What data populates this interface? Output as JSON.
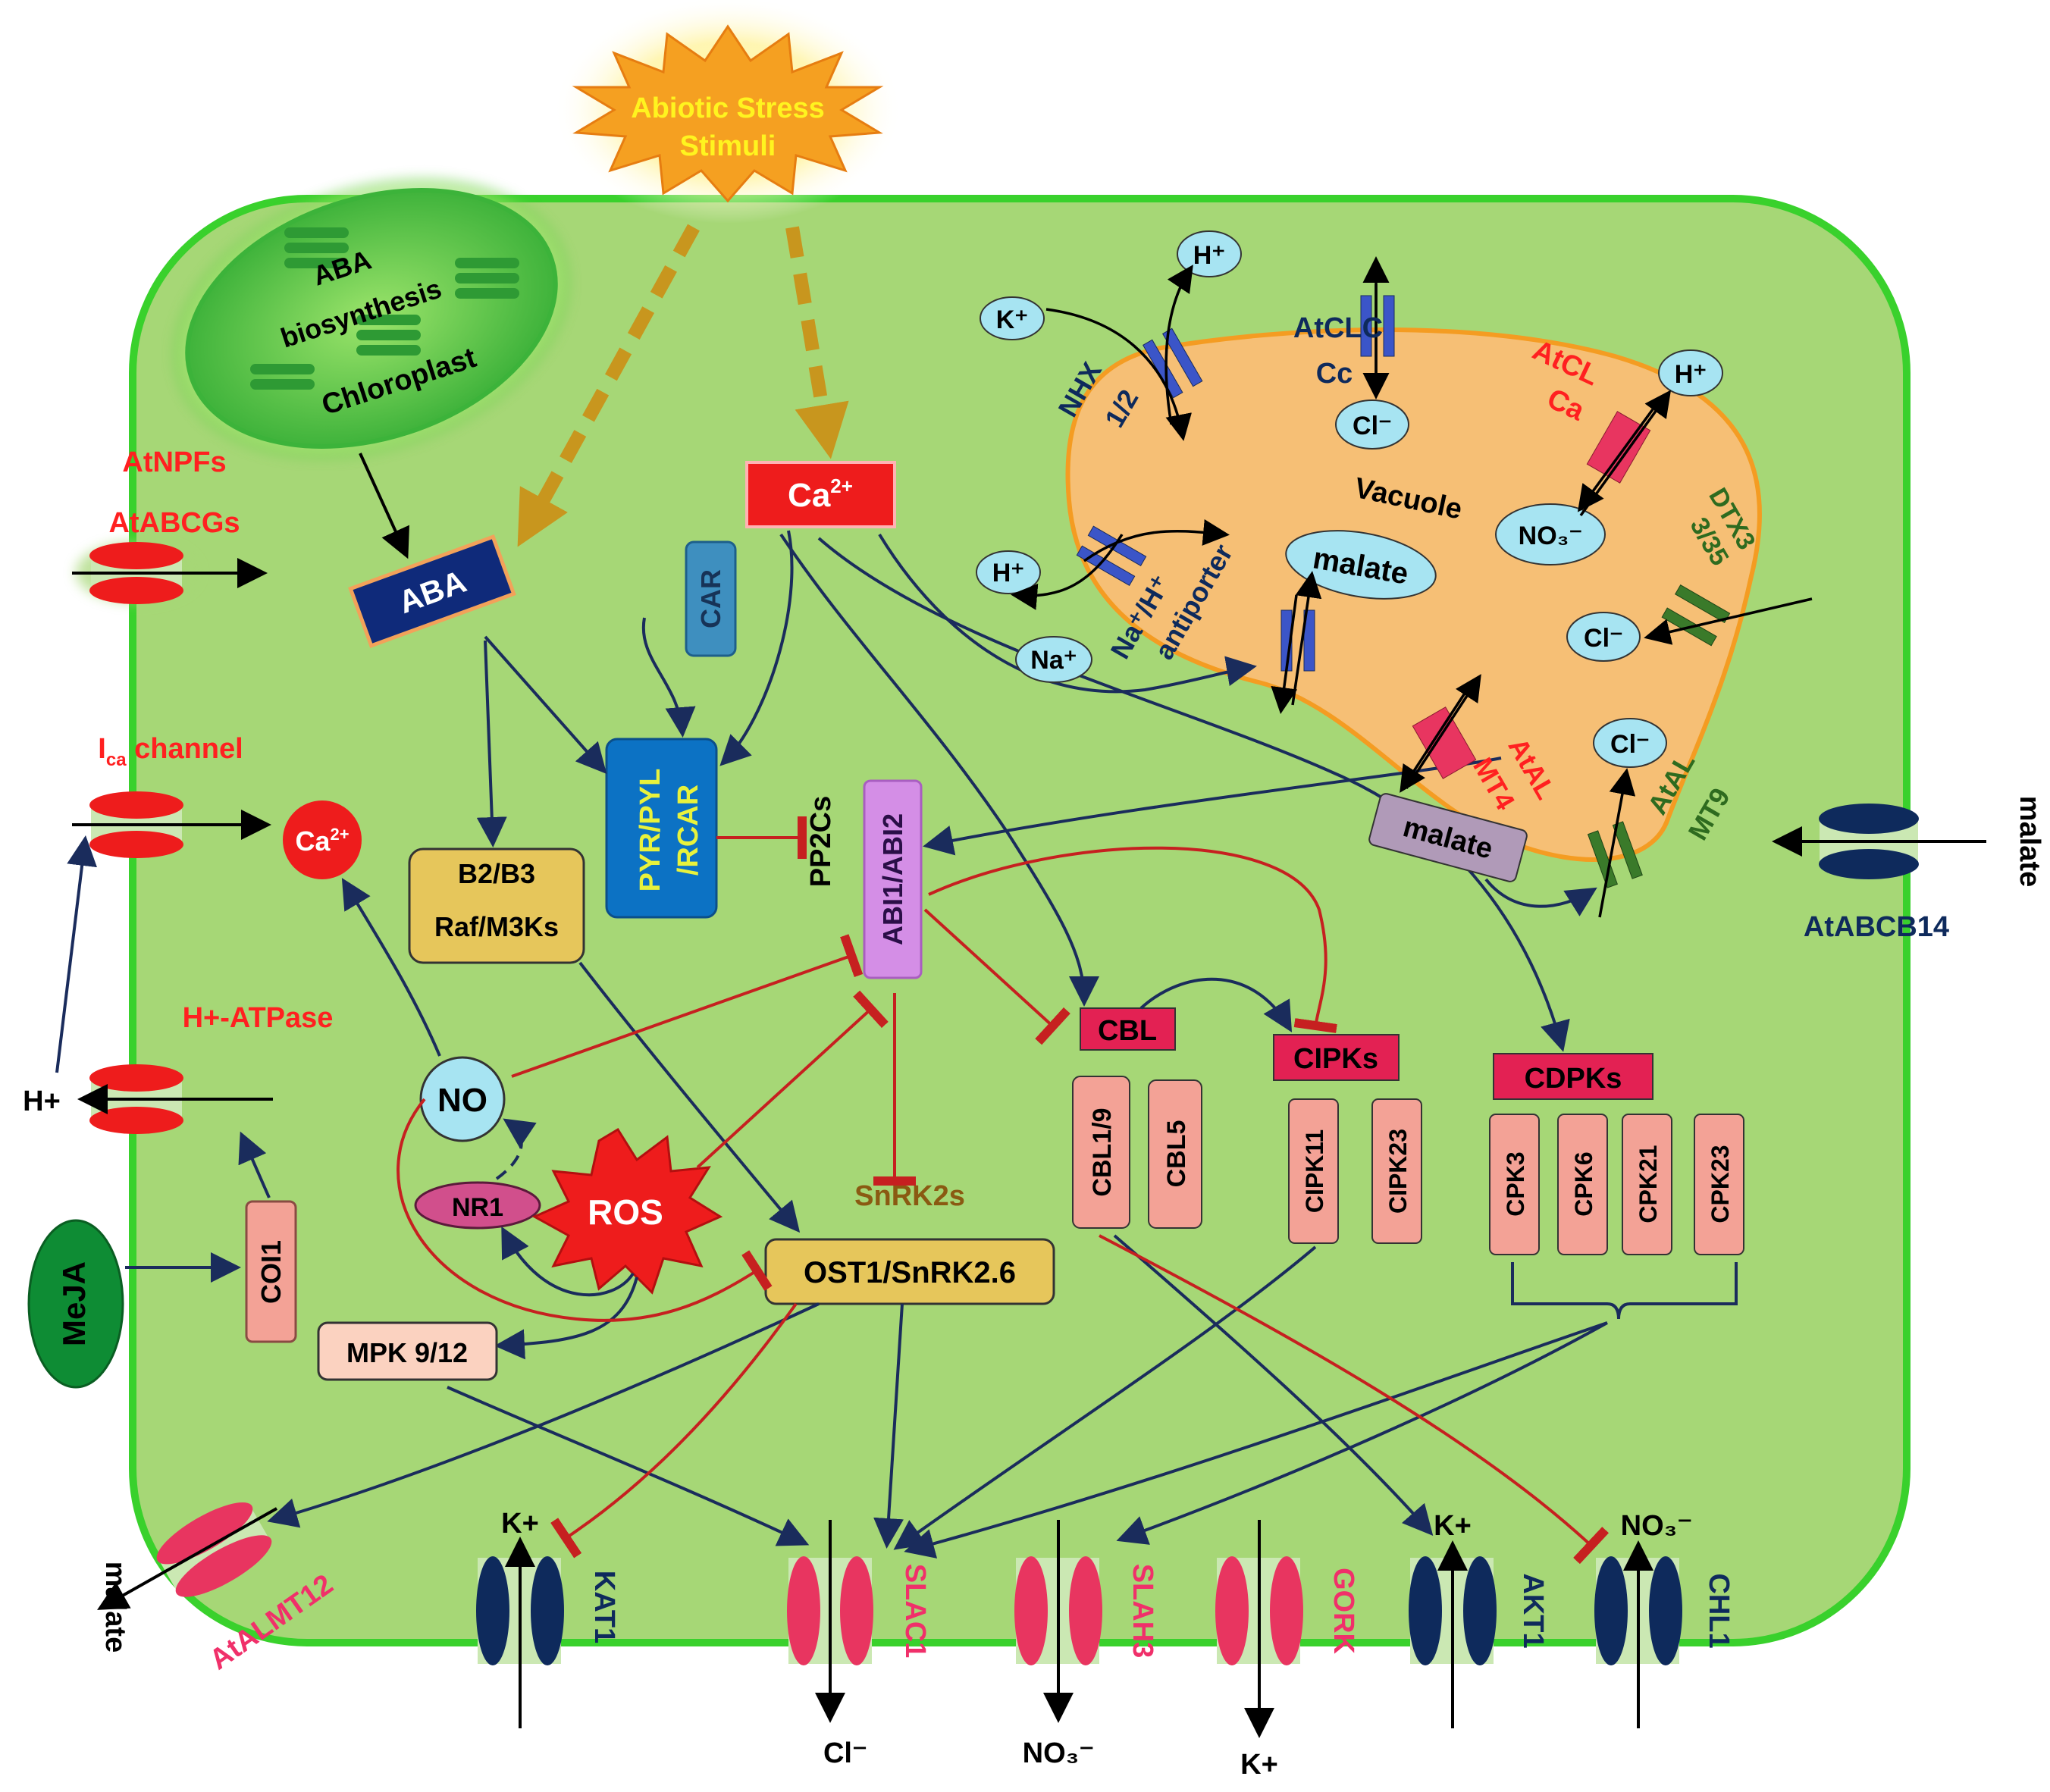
{
  "stimulus": {
    "line1": "Abiotic Stress",
    "line2": "Stimuli"
  },
  "chloroplast": {
    "line1": "ABA",
    "line2": "biosynthesis",
    "line3": "Chloroplast"
  },
  "aba": "ABA",
  "ca_source": {
    "main": "Ca",
    "sup": "2+"
  },
  "ca_ion": {
    "main": "Ca",
    "sup": "2+"
  },
  "car": "CAR",
  "pyr": {
    "line1": "PYR/PYL",
    "line2": "/RCAR"
  },
  "pp2cs": "PP2Cs",
  "abi": "ABI1/ABI2",
  "b2b3": {
    "line1": "B2/B3",
    "line2": "Raf/M3Ks"
  },
  "no": "NO",
  "nr1": "NR1",
  "ros": "ROS",
  "snrk2s": "SnRK2s",
  "ost1": "OST1/SnRK2.6",
  "mpk": "MPK 9/12",
  "coi1": "COI1",
  "meja": "MeJA",
  "cbl": "CBL",
  "cbl19": "CBL1/9",
  "cbl5": "CBL5",
  "cipks": "CIPKs",
  "cipk11": "CIPK11",
  "cipk23": "CIPK23",
  "cdpks": "CDPKs",
  "cpk3": "CPK3",
  "cpk6": "CPK6",
  "cpk21": "CPK21",
  "cpk23": "CPK23",
  "left_transporters": {
    "atnpfs": "AtNPFs",
    "atabcgs": "AtABCGs",
    "ica_main": "I",
    "ica_sub": "ca",
    "ica_rest": " channel",
    "hatpase": "H+-ATPase",
    "hplus": "H+"
  },
  "right_transporter": {
    "name": "AtABCB14",
    "substrate": "malate"
  },
  "vacuole": {
    "title": "Vacuole",
    "malate": "malate",
    "malate_box": "malate",
    "nhx_line1": "NHX",
    "nhx_line2": "1/2",
    "atclc_line1": "AtCLC",
    "atclc_line2": "Cc",
    "atcla_line1": "AtCL",
    "atcla_line2": "Ca",
    "dtx_line1": "DTX3",
    "dtx_line2": "3/35",
    "atalmt4_line1": "AtAL",
    "atalmt4_line2": "MT4",
    "atalmt9_line1": "AtAL",
    "atalmt9_line2": "MT9",
    "antiporter_line1": "Na⁺/H⁺",
    "antiporter_line2": "antiporter",
    "ions": {
      "k": "K⁺",
      "h1": "H⁺",
      "h2": "H⁺",
      "h3": "H⁺",
      "na": "Na⁺",
      "cl1": "Cl⁻",
      "cl2": "Cl⁻",
      "cl3": "Cl⁻",
      "no3": "NO₃⁻"
    }
  },
  "bottom_channels": {
    "atalmt12": "AtALMT12",
    "malate": "malate",
    "kat1": "KAT1",
    "kat1_ion": "K+",
    "slac1": "SLAC1",
    "slac1_ion": "Cl⁻",
    "slah3": "SLAH3",
    "slah3_ion": "NO₃⁻",
    "gork": "GORK",
    "gork_ion": "K+",
    "akt1": "AKT1",
    "akt1_ion": "K+",
    "chl1": "CHL1",
    "chl1_ion": "NO₃⁻"
  },
  "colors": {
    "cell_fill": "#a6d776",
    "cell_border": "#39d12c",
    "vacuole_fill": "#f6bf75",
    "vacuole_border": "#f49c22",
    "activation_arrow": "#1a2c5c",
    "inhibition": "#c62020",
    "red_label": "#ff2020",
    "pink_label": "#f0306a",
    "navy_label": "#0e2a5c",
    "dark_green_label": "#2e6b1f",
    "stress_arrow": "#c8961e",
    "box_salmon": "#f3a296",
    "box_gold": "#e6c65b",
    "box_violet": "#d48ee6",
    "box_blue": "#0c72c4",
    "box_crimson": "#e32153"
  }
}
